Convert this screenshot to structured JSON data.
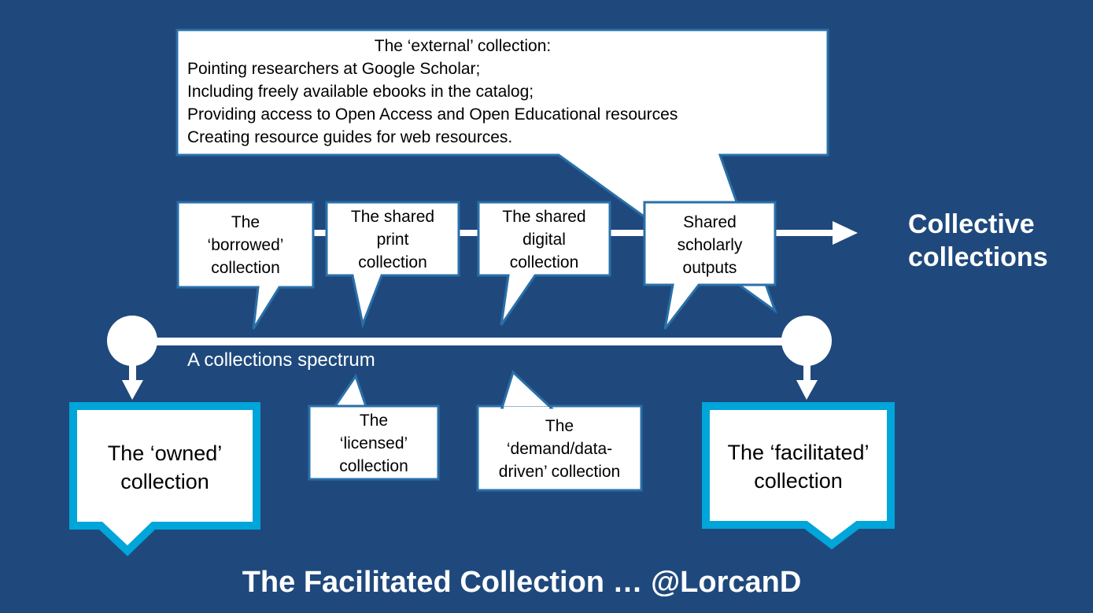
{
  "external": {
    "title": "The ‘external’ collection:",
    "lines": [
      "Pointing researchers at Google Scholar;",
      "Including freely available ebooks in the catalog;",
      "Providing access to Open Access and Open Educational resources",
      "Creating resource guides for web resources."
    ]
  },
  "top_boxes": [
    {
      "lines": [
        "The",
        "‘borrowed’",
        "collection"
      ]
    },
    {
      "lines": [
        "The shared",
        "print",
        "collection"
      ]
    },
    {
      "lines": [
        "The shared",
        "digital",
        "collection"
      ]
    },
    {
      "lines": [
        "Shared",
        "scholarly",
        "outputs"
      ]
    }
  ],
  "collective": {
    "lines": [
      "Collective",
      "collections"
    ]
  },
  "spectrum_label": "A collections spectrum",
  "owned": {
    "lines": [
      "The ‘owned’",
      "collection"
    ]
  },
  "licensed": {
    "lines": [
      "The",
      "‘licensed’",
      "collection"
    ]
  },
  "demand": {
    "lines": [
      "The",
      "‘demand/data-",
      "driven’ collection"
    ]
  },
  "facilitated": {
    "lines": [
      "The ‘facilitated’",
      "collection"
    ]
  },
  "footer": "The Facilitated Collection … @LorcanD",
  "colors": {
    "background": "#1f497d",
    "border": "#2a6fa8",
    "accent": "#00a5d9",
    "box_fill": "#ffffff"
  }
}
